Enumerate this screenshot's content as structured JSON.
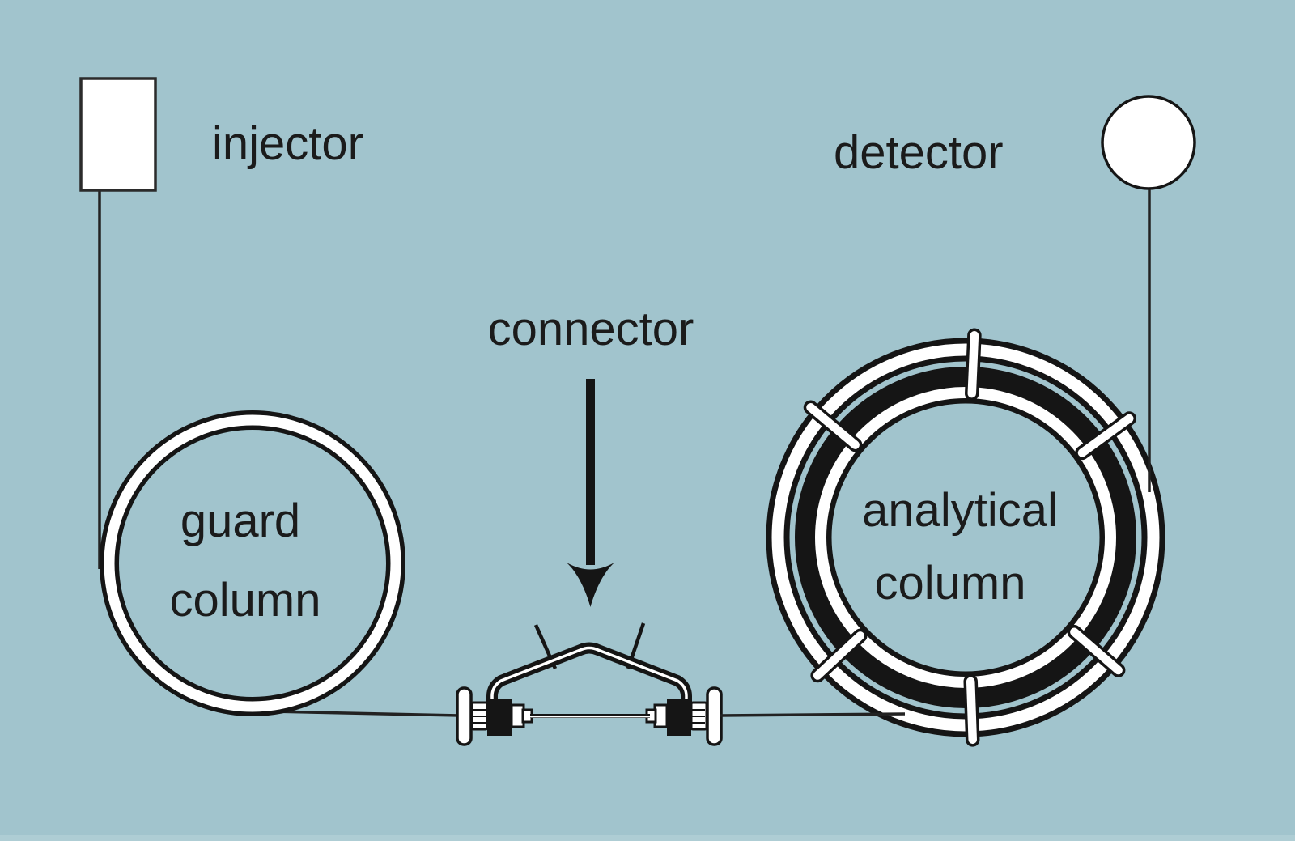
{
  "figure": {
    "type": "chromatography-system-diagram",
    "background_color": "#a1c4cd",
    "line_color": "#1b1b1b",
    "fill_color": "#ffffff",
    "labels": {
      "injector": "injector",
      "detector": "detector",
      "connector": "connector",
      "guard_line1": "guard",
      "guard_line2": "column",
      "analytical_line1": "analytical",
      "analytical_line2": "column"
    },
    "components": [
      "injector",
      "guard column",
      "connector",
      "analytical column",
      "detector"
    ]
  }
}
